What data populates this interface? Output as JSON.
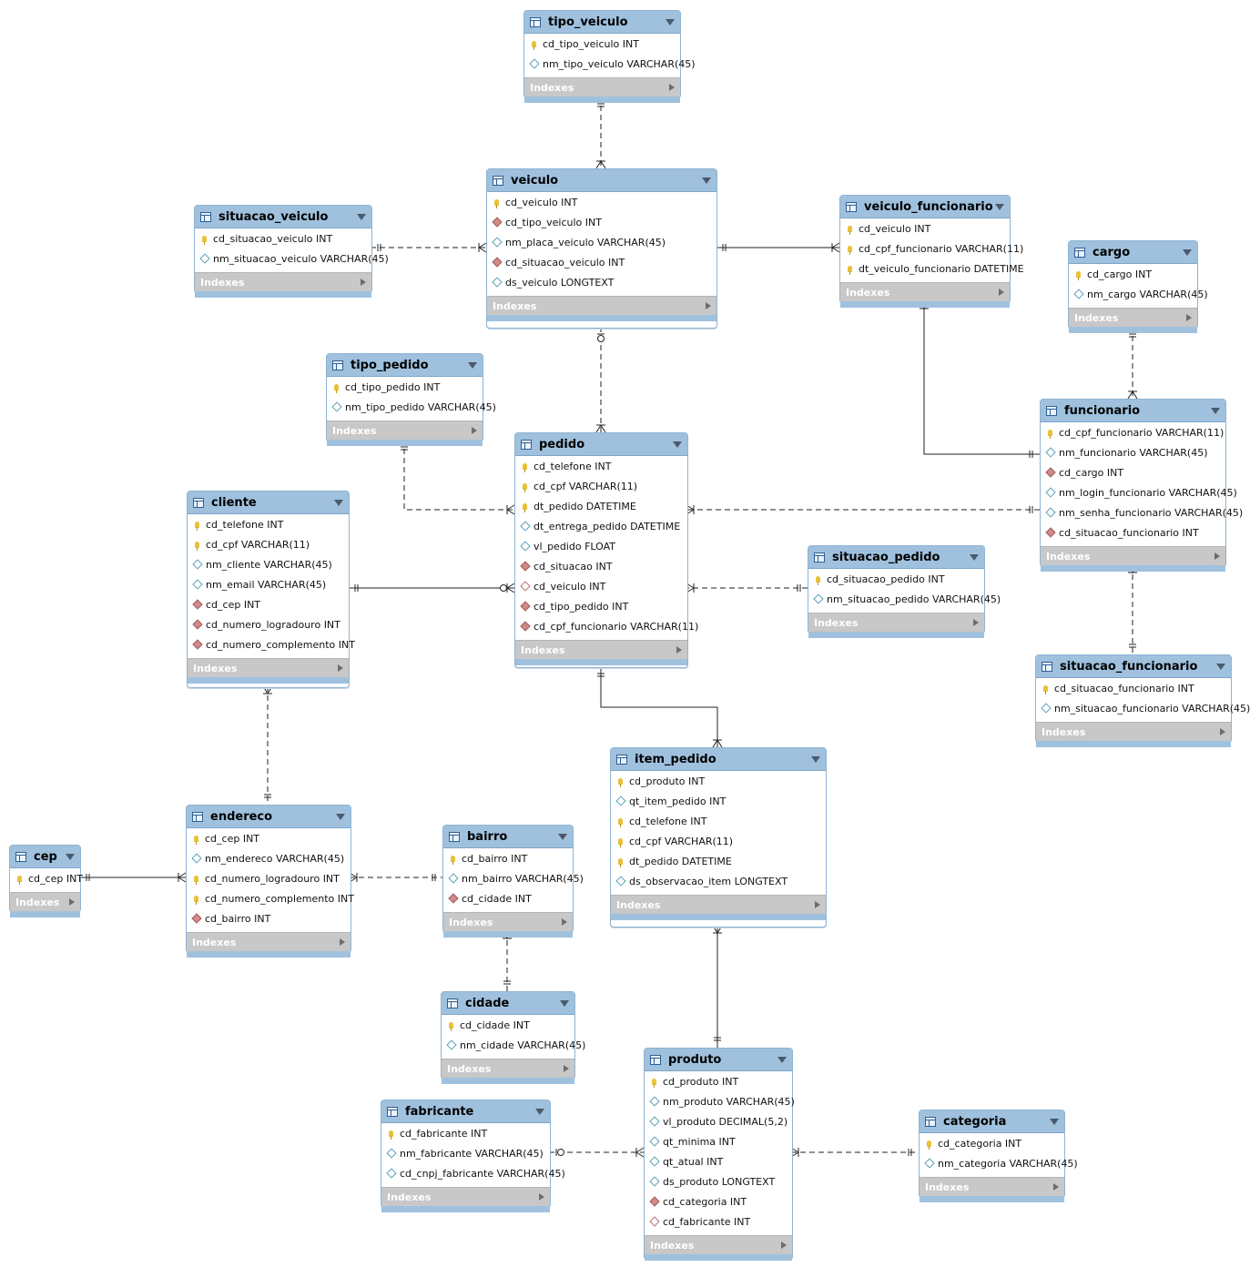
{
  "diagram": {
    "indexes_label": "Indexes",
    "tables": [
      {
        "id": "tipo_veiculo",
        "name": "tipo_veiculo",
        "columns": [
          {
            "text": "cd_tipo_veiculo INT",
            "icon": "pk"
          },
          {
            "text": "nm_tipo_veiculo VARCHAR(45)",
            "icon": "field"
          }
        ]
      },
      {
        "id": "veiculo",
        "name": "veiculo",
        "columns": [
          {
            "text": "cd_veiculo INT",
            "icon": "pk"
          },
          {
            "text": "cd_tipo_veiculo INT",
            "icon": "fk"
          },
          {
            "text": "nm_placa_veiculo VARCHAR(45)",
            "icon": "field"
          },
          {
            "text": "cd_situacao_veiculo INT",
            "icon": "fk"
          },
          {
            "text": "ds_veiculo LONGTEXT",
            "icon": "field"
          }
        ]
      },
      {
        "id": "situacao_veiculo",
        "name": "situacao_veiculo",
        "columns": [
          {
            "text": "cd_situacao_veiculo INT",
            "icon": "pk"
          },
          {
            "text": "nm_situacao_veiculo VARCHAR(45)",
            "icon": "field"
          }
        ]
      },
      {
        "id": "veiculo_funcionario",
        "name": "veiculo_funcionario",
        "columns": [
          {
            "text": "cd_veiculo INT",
            "icon": "pk"
          },
          {
            "text": "cd_cpf_funcionario VARCHAR(11)",
            "icon": "pk"
          },
          {
            "text": "dt_veiculo_funcionario DATETIME",
            "icon": "pk"
          }
        ]
      },
      {
        "id": "cargo",
        "name": "cargo",
        "columns": [
          {
            "text": "cd_cargo INT",
            "icon": "pk"
          },
          {
            "text": "nm_cargo VARCHAR(45)",
            "icon": "field"
          }
        ]
      },
      {
        "id": "tipo_pedido",
        "name": "tipo_pedido",
        "columns": [
          {
            "text": "cd_tipo_pedido INT",
            "icon": "pk"
          },
          {
            "text": "nm_tipo_pedido VARCHAR(45)",
            "icon": "field"
          }
        ]
      },
      {
        "id": "pedido",
        "name": "pedido",
        "columns": [
          {
            "text": "cd_telefone INT",
            "icon": "pk"
          },
          {
            "text": "cd_cpf VARCHAR(11)",
            "icon": "pk"
          },
          {
            "text": "dt_pedido DATETIME",
            "icon": "pk"
          },
          {
            "text": "dt_entrega_pedido DATETIME",
            "icon": "field"
          },
          {
            "text": "vl_pedido FLOAT",
            "icon": "field"
          },
          {
            "text": "cd_situacao INT",
            "icon": "fk"
          },
          {
            "text": "cd_veiculo INT",
            "icon": "nnfk"
          },
          {
            "text": "cd_tipo_pedido INT",
            "icon": "fk"
          },
          {
            "text": "cd_cpf_funcionario VARCHAR(11)",
            "icon": "fk"
          }
        ]
      },
      {
        "id": "funcionario",
        "name": "funcionario",
        "columns": [
          {
            "text": "cd_cpf_funcionario VARCHAR(11)",
            "icon": "pk"
          },
          {
            "text": "nm_funcionario VARCHAR(45)",
            "icon": "field"
          },
          {
            "text": "cd_cargo INT",
            "icon": "fk"
          },
          {
            "text": "nm_login_funcionario VARCHAR(45)",
            "icon": "field"
          },
          {
            "text": "nm_senha_funcionario VARCHAR(45)",
            "icon": "field"
          },
          {
            "text": "cd_situacao_funcionario INT",
            "icon": "fk"
          }
        ]
      },
      {
        "id": "cliente",
        "name": "cliente",
        "columns": [
          {
            "text": "cd_telefone INT",
            "icon": "pk"
          },
          {
            "text": "cd_cpf VARCHAR(11)",
            "icon": "pk"
          },
          {
            "text": "nm_cliente VARCHAR(45)",
            "icon": "field"
          },
          {
            "text": "nm_email VARCHAR(45)",
            "icon": "field"
          },
          {
            "text": "cd_cep INT",
            "icon": "fk"
          },
          {
            "text": "cd_numero_logradouro INT",
            "icon": "fk"
          },
          {
            "text": "cd_numero_complemento INT",
            "icon": "fk"
          }
        ]
      },
      {
        "id": "situacao_pedido",
        "name": "situacao_pedido",
        "columns": [
          {
            "text": "cd_situacao_pedido INT",
            "icon": "pk"
          },
          {
            "text": "nm_situacao_pedido VARCHAR(45)",
            "icon": "field"
          }
        ]
      },
      {
        "id": "situacao_funcionario",
        "name": "situacao_funcionario",
        "columns": [
          {
            "text": "cd_situacao_funcionario INT",
            "icon": "pk"
          },
          {
            "text": "nm_situacao_funcionario VARCHAR(45)",
            "icon": "field"
          }
        ]
      },
      {
        "id": "item_pedido",
        "name": "item_pedido",
        "columns": [
          {
            "text": "cd_produto INT",
            "icon": "pk"
          },
          {
            "text": "qt_item_pedido INT",
            "icon": "field"
          },
          {
            "text": "cd_telefone INT",
            "icon": "pk"
          },
          {
            "text": "cd_cpf VARCHAR(11)",
            "icon": "pk"
          },
          {
            "text": "dt_pedido DATETIME",
            "icon": "pk"
          },
          {
            "text": "ds_observacao_item LONGTEXT",
            "icon": "field"
          }
        ]
      },
      {
        "id": "cep",
        "name": "cep",
        "columns": [
          {
            "text": "cd_cep INT",
            "icon": "pk"
          }
        ]
      },
      {
        "id": "endereco",
        "name": "endereco",
        "columns": [
          {
            "text": "cd_cep INT",
            "icon": "pk"
          },
          {
            "text": "nm_endereco VARCHAR(45)",
            "icon": "field"
          },
          {
            "text": "cd_numero_logradouro INT",
            "icon": "pk"
          },
          {
            "text": "cd_numero_complemento INT",
            "icon": "pk"
          },
          {
            "text": "cd_bairro INT",
            "icon": "fk"
          }
        ]
      },
      {
        "id": "bairro",
        "name": "bairro",
        "columns": [
          {
            "text": "cd_bairro INT",
            "icon": "pk"
          },
          {
            "text": "nm_bairro VARCHAR(45)",
            "icon": "field"
          },
          {
            "text": "cd_cidade INT",
            "icon": "fk"
          }
        ]
      },
      {
        "id": "cidade",
        "name": "cidade",
        "columns": [
          {
            "text": "cd_cidade INT",
            "icon": "pk"
          },
          {
            "text": "nm_cidade VARCHAR(45)",
            "icon": "field"
          }
        ]
      },
      {
        "id": "produto",
        "name": "produto",
        "columns": [
          {
            "text": "cd_produto INT",
            "icon": "pk"
          },
          {
            "text": "nm_produto VARCHAR(45)",
            "icon": "field"
          },
          {
            "text": "vl_produto DECIMAL(5,2)",
            "icon": "field"
          },
          {
            "text": "qt_minima INT",
            "icon": "field"
          },
          {
            "text": "qt_atual INT",
            "icon": "field"
          },
          {
            "text": "ds_produto LONGTEXT",
            "icon": "field"
          },
          {
            "text": "cd_categoria INT",
            "icon": "fk"
          },
          {
            "text": "cd_fabricante INT",
            "icon": "nnfk"
          }
        ]
      },
      {
        "id": "fabricante",
        "name": "fabricante",
        "columns": [
          {
            "text": "cd_fabricante INT",
            "icon": "pk"
          },
          {
            "text": "nm_fabricante VARCHAR(45)",
            "icon": "field"
          },
          {
            "text": "cd_cnpj_fabricante VARCHAR(45)",
            "icon": "field"
          }
        ]
      },
      {
        "id": "categoria",
        "name": "categoria",
        "columns": [
          {
            "text": "cd_categoria INT",
            "icon": "pk"
          },
          {
            "text": "nm_categoria VARCHAR(45)",
            "icon": "field"
          }
        ]
      }
    ],
    "relationships": [
      {
        "id": "tipo_veiculo-veiculo",
        "style": "dashed",
        "end1": "one",
        "end2": "many"
      },
      {
        "id": "situacao_veiculo-veiculo",
        "style": "dashed",
        "end1": "one",
        "end2": "many"
      },
      {
        "id": "veiculo-veiculo_funcionario",
        "style": "solid",
        "end1": "one",
        "end2": "many"
      },
      {
        "id": "veiculo_funcionario-funcionario",
        "style": "solid",
        "end1": "many",
        "end2": "one"
      },
      {
        "id": "cargo-funcionario",
        "style": "dashed",
        "end1": "one",
        "end2": "many"
      },
      {
        "id": "veiculo-pedido",
        "style": "dashed",
        "end1": "zero-one",
        "end2": "many"
      },
      {
        "id": "tipo_pedido-pedido",
        "style": "dashed",
        "end1": "one",
        "end2": "many"
      },
      {
        "id": "funcionario-pedido",
        "style": "dashed",
        "end1": "one",
        "end2": "many"
      },
      {
        "id": "cliente-pedido",
        "style": "solid",
        "end1": "one",
        "end2": "zero-many"
      },
      {
        "id": "situacao_pedido-pedido",
        "style": "dashed",
        "end1": "one",
        "end2": "many"
      },
      {
        "id": "funcionario-situacao_funcionario",
        "style": "dashed",
        "end1": "many",
        "end2": "one"
      },
      {
        "id": "pedido-item_pedido",
        "style": "solid",
        "end1": "one",
        "end2": "many"
      },
      {
        "id": "cliente-endereco",
        "style": "dashed",
        "end1": "many",
        "end2": "one"
      },
      {
        "id": "cep-endereco",
        "style": "solid",
        "end1": "one",
        "end2": "many"
      },
      {
        "id": "endereco-bairro",
        "style": "dashed",
        "end1": "many",
        "end2": "one"
      },
      {
        "id": "bairro-cidade",
        "style": "dashed",
        "end1": "many",
        "end2": "one"
      },
      {
        "id": "item_pedido-produto",
        "style": "solid",
        "end1": "many",
        "end2": "one"
      },
      {
        "id": "fabricante-produto",
        "style": "dashed",
        "end1": "zero-one",
        "end2": "many"
      },
      {
        "id": "produto-categoria",
        "style": "dashed",
        "end1": "many",
        "end2": "one"
      }
    ]
  }
}
